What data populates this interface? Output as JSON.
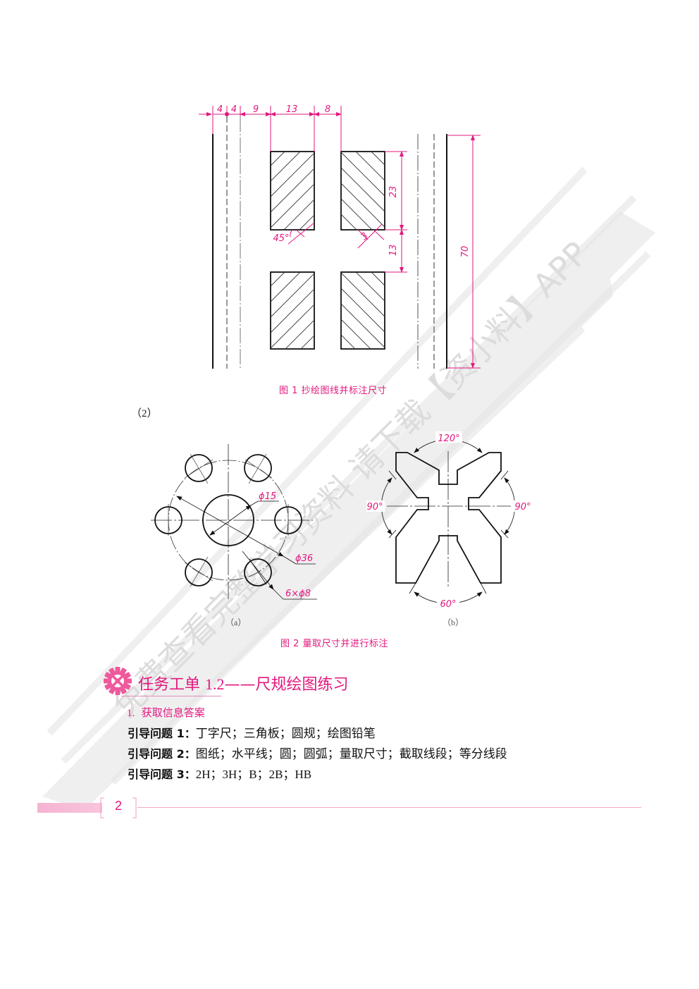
{
  "watermark": {
    "text": "免费查看完整学习资料 请下载【资小料】APP"
  },
  "figure1": {
    "caption": "图 1    抄绘图线并标注尺寸",
    "dimensions": {
      "top": [
        "4",
        "4",
        "9",
        "13",
        "8"
      ],
      "height_upper": "23",
      "gap": "13",
      "hatch_spacing": "3",
      "hatch_angle": "45°",
      "total_height": "70"
    }
  },
  "part2_label": "（2）",
  "figure2": {
    "caption": "图 2    量取尺寸并进行标注",
    "a": {
      "label": "（a）",
      "dims": {
        "inner": "ϕ15",
        "pcd": "ϕ36",
        "holes": "6×ϕ8"
      }
    },
    "b": {
      "label": "（b）",
      "dims": {
        "top": "120°",
        "left": "90°",
        "right": "90°",
        "bottom": "60°"
      }
    }
  },
  "task": {
    "title_prefix": "任务工单 ",
    "title_num": "1.2",
    "title_suffix": "——尺规绘图练习",
    "icon": "gear-icon",
    "section": {
      "num": "1.",
      "title": "获取信息答案"
    },
    "answers": [
      {
        "label": "引导问题 1：",
        "value": "丁字尺；三角板；圆规；绘图铅笔"
      },
      {
        "label": "引导问题 2：",
        "value": "图纸；水平线；圆；圆弧；量取尺寸；截取线段；等分线段"
      },
      {
        "label": "引导问题 3：",
        "value": "2H；3H；B；2B；HB"
      }
    ]
  },
  "footer": {
    "page_number": "2"
  },
  "colors": {
    "accent": "#e2187e",
    "accent_light": "#f6b3d2",
    "line": "#111111"
  }
}
